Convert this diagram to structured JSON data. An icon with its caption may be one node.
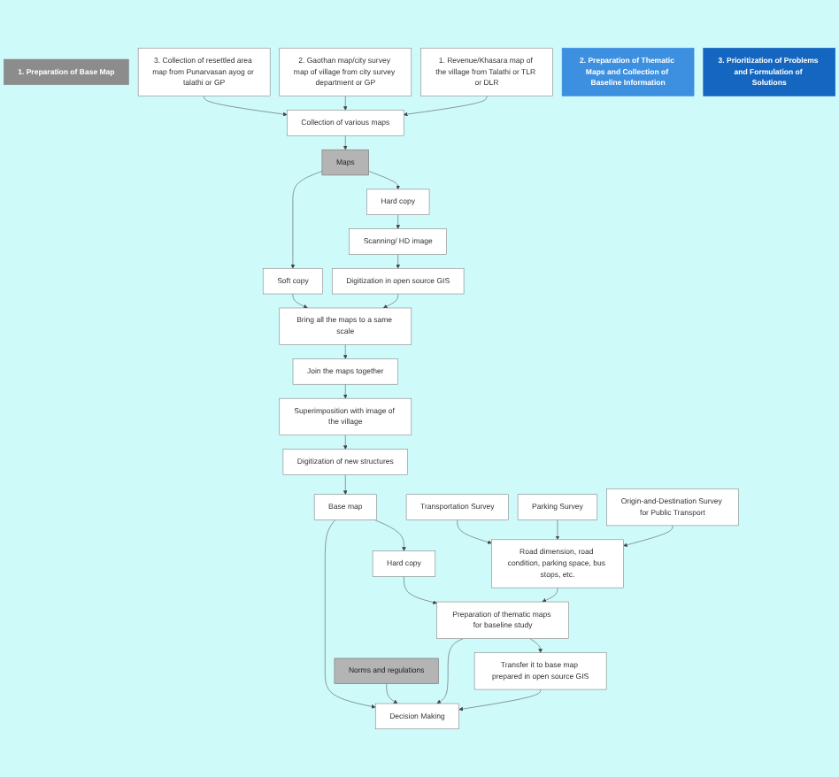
{
  "diagram": {
    "nodes": [
      {
        "text": [
          "1. Preparation of Base Map"
        ]
      },
      {
        "text": [
          "1. Revenue/Khasara map of the village from Talathi or TLR or DLR"
        ]
      },
      {
        "text": [
          "2. Gaothan map/city survey map of village from city survey department or GP"
        ]
      },
      {
        "text": [
          "3. Collection of resettled area map from Punarvasan ayog or talathi or GP"
        ]
      },
      {
        "text": [
          "Collection of various maps"
        ]
      },
      {
        "text": [
          "Maps"
        ]
      },
      {
        "text": [
          "Hard copy"
        ]
      },
      {
        "text": [
          "Soft copy"
        ]
      },
      {
        "text": [
          "Scanning/ HD image"
        ]
      },
      {
        "text": [
          "Digitization in open source GIS"
        ]
      },
      {
        "text": [
          "Bring all the maps to a same scale"
        ]
      },
      {
        "text": [
          "Digitization of new structures"
        ]
      },
      {
        "text": [
          "Join the maps together"
        ]
      },
      {
        "text": [
          "Superimposition with image of the village"
        ]
      },
      {
        "text": [
          "Hard copy"
        ]
      },
      {
        "text": [
          "Base map"
        ]
      },
      {
        "text": [
          "2. Preparation of Thematic Maps and Collection of Baseline Information"
        ]
      },
      {
        "text": [
          "Preparation of thematic maps for baseline study"
        ]
      },
      {
        "text": [
          "Road dimension, road condition, parking space, bus stops, etc."
        ]
      },
      {
        "text": [
          "Transfer it to base map prepared in open source GIS"
        ]
      },
      {
        "text": [
          "Transportation Survey"
        ]
      },
      {
        "text": [
          "Parking Survey"
        ]
      },
      {
        "text": [
          "Origin-and-Destination Survey for Public Transport"
        ]
      },
      {
        "text": [
          "3. Prioritization of Problems and Formulation of Solutions"
        ]
      },
      {
        "text": [
          "Norms and regulations"
        ]
      },
      {
        "text": [
          "Decision Making"
        ]
      }
    ],
    "edges": [
      {
        "from": 1,
        "to": 4,
        "arrow": "to"
      },
      {
        "from": 2,
        "to": 4,
        "arrow": "to"
      },
      {
        "from": 3,
        "to": 4,
        "arrow": "to"
      },
      {
        "from": 4,
        "to": 5,
        "arrow": "to"
      },
      {
        "from": 5,
        "to": 6,
        "arrow": "to"
      },
      {
        "from": 5,
        "to": 7,
        "arrow": "to"
      },
      {
        "from": 6,
        "to": 8,
        "arrow": "to"
      },
      {
        "from": 8,
        "to": 9,
        "arrow": "to"
      },
      {
        "from": 9,
        "to": 10,
        "arrow": "to"
      },
      {
        "from": 7,
        "to": 10,
        "arrow": "to"
      },
      {
        "from": 10,
        "to": 12,
        "arrow": "to"
      },
      {
        "from": 12,
        "to": 13,
        "arrow": "to"
      },
      {
        "from": 13,
        "to": 11,
        "arrow": "to"
      },
      {
        "from": 11,
        "to": 15,
        "arrow": "to"
      },
      {
        "from": 15,
        "to": 14,
        "arrow": "to"
      },
      {
        "from": 14,
        "to": 17,
        "arrow": "to"
      },
      {
        "from": 18,
        "to": 17,
        "arrow": "to"
      },
      {
        "from": 17,
        "to": 19,
        "arrow": "to"
      },
      {
        "from": 17,
        "to": 25,
        "arrow": "to"
      },
      {
        "from": 20,
        "to": 18,
        "arrow": "to"
      },
      {
        "from": 21,
        "to": 18,
        "arrow": "to"
      },
      {
        "from": 22,
        "to": 18,
        "arrow": "to"
      },
      {
        "from": 24,
        "to": 25,
        "arrow": "to"
      },
      {
        "from": 19,
        "to": 25,
        "arrow": "to"
      },
      {
        "from": 15,
        "to": 25,
        "arrow": "to"
      }
    ]
  }
}
